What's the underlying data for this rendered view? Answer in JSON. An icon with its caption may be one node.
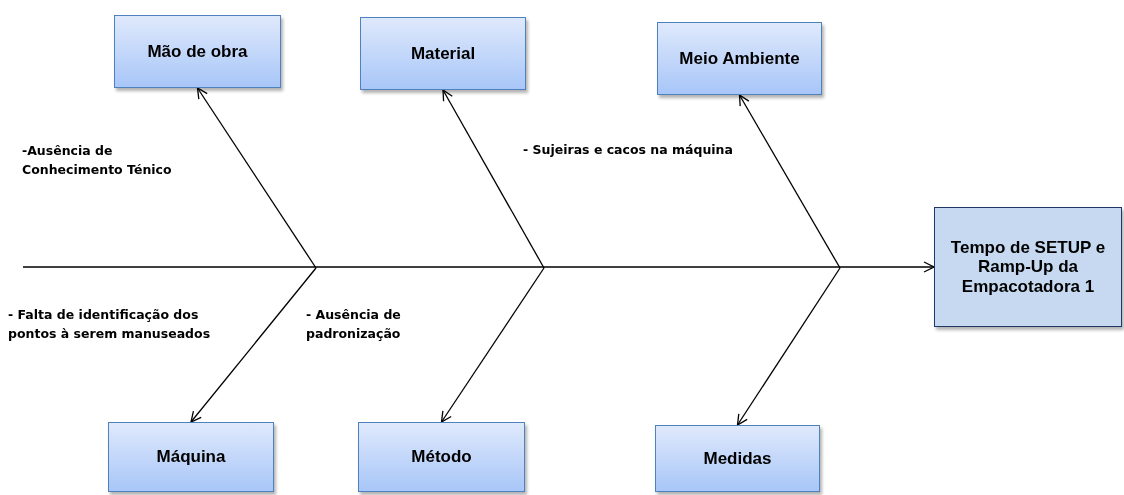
{
  "diagram": {
    "nodes": [
      {
        "text": [
          "Mão de obra"
        ]
      },
      {
        "text": [
          "Material"
        ]
      },
      {
        "text": [
          "Meio Ambiente"
        ]
      },
      {
        "text": [
          "Tempo de SETUP e Ramp-Up da Empacotadora 1"
        ]
      },
      {
        "text": [
          "Máquina"
        ]
      },
      {
        "text": [
          "Método"
        ]
      },
      {
        "text": [
          "Medidas"
        ]
      }
    ],
    "edges": [
      {
        "from": null,
        "to": 3,
        "arrow": "to"
      },
      {
        "from": null,
        "to": 0,
        "arrow": "to"
      },
      {
        "from": null,
        "to": 1,
        "arrow": "to"
      },
      {
        "from": null,
        "to": 2,
        "arrow": "to"
      },
      {
        "from": null,
        "to": 4,
        "arrow": "to"
      },
      {
        "from": null,
        "to": 5,
        "arrow": "to"
      },
      {
        "from": null,
        "to": 6,
        "arrow": "to"
      }
    ],
    "labels": [
      "-Ausência de Conhecimento Ténico",
      "- Sujeiras e cacos na máquina",
      "- Falta de identificação dos pontos à serem manuseados",
      "- Ausência de padronização"
    ]
  }
}
